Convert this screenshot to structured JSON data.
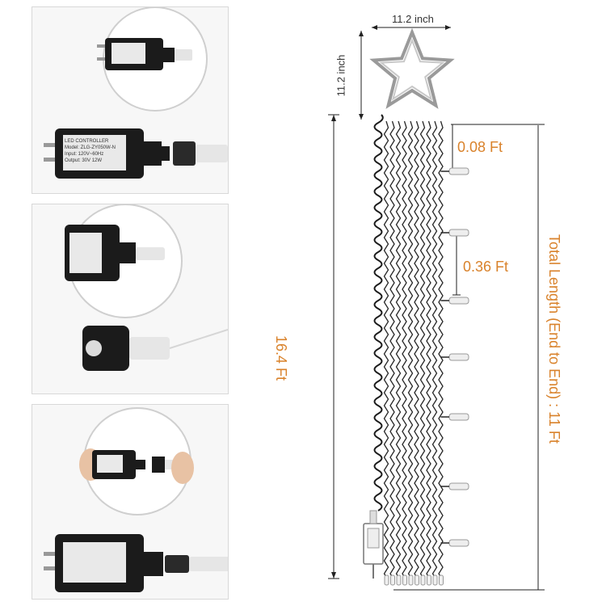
{
  "colors": {
    "accent": "#d9822b",
    "line": "#222222",
    "panel_bg": "#f7f7f7",
    "adapter": "#1b1b1b"
  },
  "dimensions": {
    "star_width": "11.2 inch",
    "star_height": "11.2 inch",
    "bulb_gap": "0.08 Ft",
    "strand_spacing": "0.36 Ft",
    "lead_length": "16.4 Ft",
    "total_length": "Total Length (End to End) : 11 Ft"
  },
  "adapter_label_lines": [
    "LED CONTROLLER",
    "Model: ZLG-ZY050W-N",
    "Input: 120V~60Hz",
    "Output: 30V 12W"
  ],
  "chart_data": null
}
